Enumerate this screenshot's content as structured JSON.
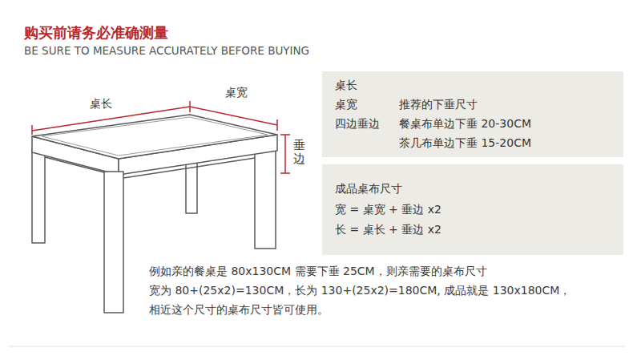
{
  "diagram": {
    "title": "购买前请务必准确测量",
    "nodes": [
      {
        "text": [
          "桌长",
          "桌宽",
          "四边垂边",
          "推荐的下垂尺寸",
          "餐桌布单边下垂 20-30CM",
          "茶几布单边下垂 15-20CM"
        ]
      },
      {
        "text": [
          "成品桌布尺寸",
          "宽 = 桌宽 + 垂边 x2",
          "长 = 桌长 + 垂边 x2"
        ]
      }
    ],
    "labels": [
      "BE SURE TO MEASURE ACCURATELY BEFORE BUYING",
      "桌长",
      "桌宽",
      "垂边",
      "例如亲的餐桌是 80x130CM 需要下垂 25CM，则亲需要的桌布尺寸",
      "宽为 80+(25x2)=130CM，长为 130+(25x2)=180CM, 成品就是 130x180CM，",
      "相近这个尺寸的桌布尺寸皆可使用。"
    ]
  }
}
